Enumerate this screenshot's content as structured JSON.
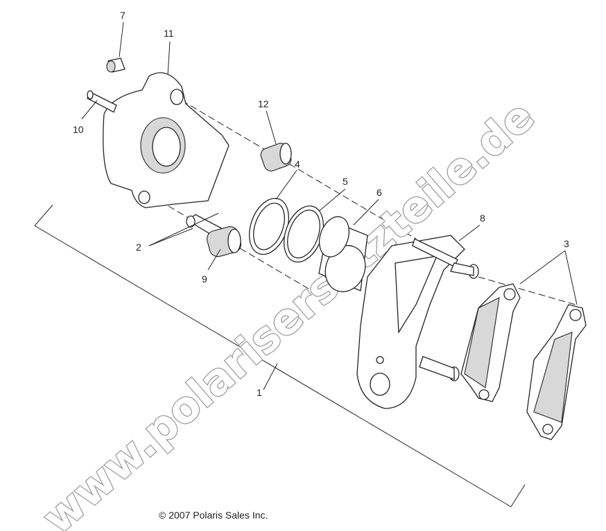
{
  "diagram": {
    "callouts": [
      "1",
      "2",
      "3",
      "4",
      "5",
      "6",
      "7",
      "8",
      "9",
      "10",
      "11",
      "12"
    ],
    "watermark": "www.polarisersatzteile.de",
    "copyright": "© 2007 Polaris Sales Inc."
  }
}
